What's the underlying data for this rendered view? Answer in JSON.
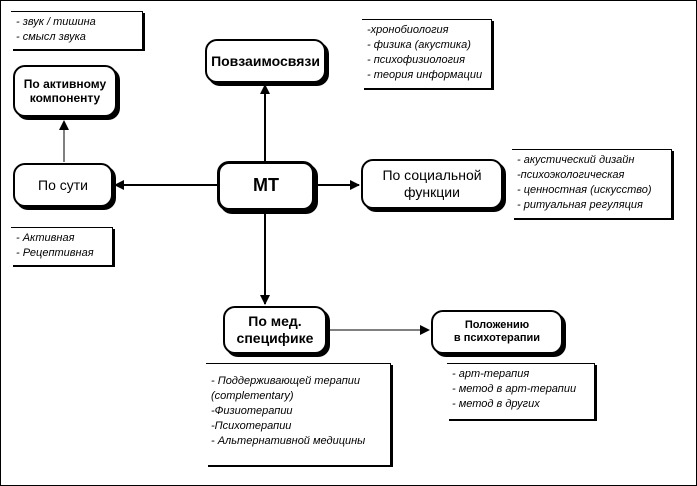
{
  "center": {
    "label": "МТ"
  },
  "nodes": {
    "interrelations": "Повзаимосвязи",
    "active_component": "По активному\nкомпоненту",
    "essence": "По сути",
    "social_function": "По социальной\nфункции",
    "medical_specifics": "По мед.\nспецифике",
    "psychotherapy_position": "Положению\nв психотерапии"
  },
  "notes": {
    "sound": [
      "- звук / тишина",
      "- смысл звука"
    ],
    "interrelations": [
      "-хронобиология",
      "- физика (акустика)",
      "- психофизиология",
      "- теория информации"
    ],
    "essence": [
      "- Активная",
      "- Рецептивная"
    ],
    "social_function": [
      "- акустический дизайн",
      "-психоэкологическая",
      "- ценностная (искусство)",
      "- ритуальная регуляция"
    ],
    "medical_specifics": [
      "- Поддерживающей терапии",
      "(complementary)",
      "-Физиотерапии",
      "-Психотерапии",
      "- Альтернативной медицины"
    ],
    "psychotherapy_position": [
      "- арт-терапия",
      "- метод в арт-терапии",
      "- метод в других"
    ]
  }
}
